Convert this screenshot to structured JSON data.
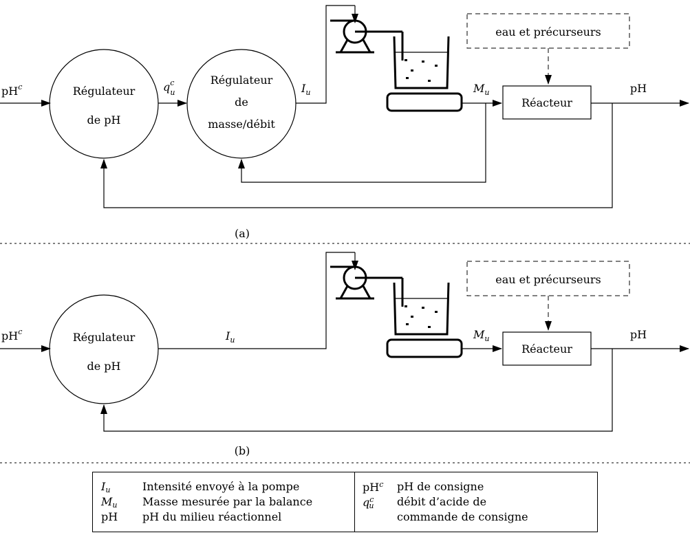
{
  "panel_a": {
    "caption": "(a)",
    "input_label": "pH",
    "input_sup": "c",
    "ph_controller_line1": "Régulateur",
    "ph_controller_line2": "de pH",
    "qu_label": "q",
    "qu_sub": "u",
    "qu_sup": "c",
    "mass_controller_line1": "Régulateur",
    "mass_controller_line2": "de",
    "mass_controller_line3": "masse/débit",
    "iu_label": "I",
    "iu_sub": "u",
    "mu_label": "M",
    "mu_sub": "u",
    "reactor_label": "Réacteur",
    "water_label": "eau et précurseurs",
    "output_label": "pH"
  },
  "panel_b": {
    "caption": "(b)",
    "input_label": "pH",
    "input_sup": "c",
    "ph_controller_line1": "Régulateur",
    "ph_controller_line2": "de pH",
    "iu_label": "I",
    "iu_sub": "u",
    "mu_label": "M",
    "mu_sub": "u",
    "reactor_label": "Réacteur",
    "water_label": "eau et précurseurs",
    "output_label": "pH"
  },
  "legend": {
    "left": [
      {
        "sym": "I",
        "sub": "u",
        "desc": "Intensité envoyé à la pompe"
      },
      {
        "sym": "M",
        "sub": "u",
        "desc": "Masse mesurée par la balance"
      },
      {
        "sym": "pH",
        "sub": "",
        "desc": "pH du milieu réactionnel"
      }
    ],
    "right": [
      {
        "sym": "pH",
        "sup": "c",
        "desc": "pH de consigne"
      },
      {
        "sym": "q",
        "sub": "u",
        "sup": "c",
        "desc": "débit d’acide de"
      },
      {
        "sym": "",
        "desc": "commande de consigne"
      }
    ]
  }
}
